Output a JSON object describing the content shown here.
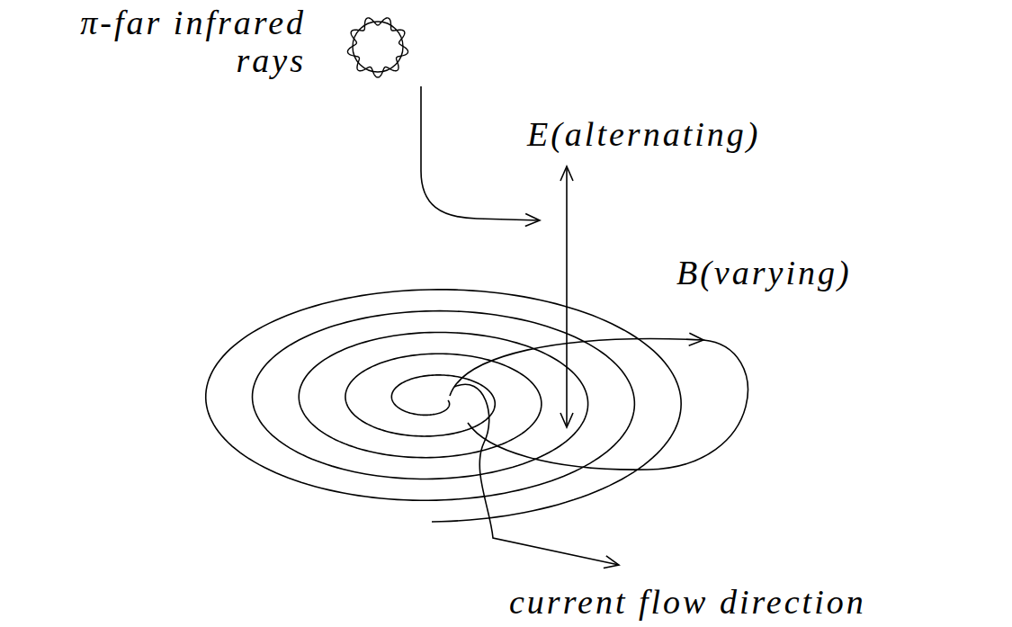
{
  "diagram": {
    "labels": [
      "π-far infrared rays",
      "E(alternating)",
      "B(varying)",
      "current flow direction"
    ]
  }
}
